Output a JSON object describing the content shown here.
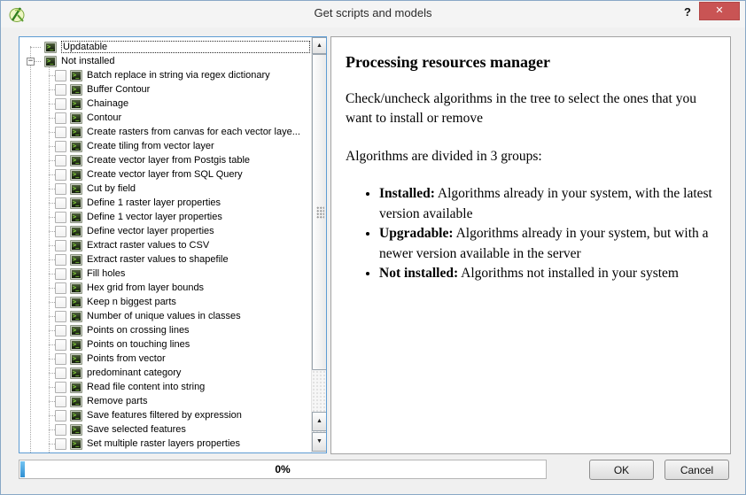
{
  "window": {
    "title": "Get scripts and models"
  },
  "icons": {
    "help": "?",
    "close": "✕",
    "collapse": "−",
    "scroll_up": "▲",
    "scroll_down": "▼",
    "script_glyph": ">_"
  },
  "tree": {
    "groups": [
      {
        "label": "Updatable",
        "state": "collapsed",
        "focused": true,
        "items": []
      },
      {
        "label": "Not installed",
        "state": "expanded",
        "focused": false,
        "items": [
          "Batch replace in string via regex dictionary",
          "Buffer Contour",
          "Chainage",
          "Contour",
          "Create rasters from canvas for each vector laye...",
          "Create tiling from vector layer",
          "Create vector layer from Postgis table",
          "Create vector layer from SQL Query",
          "Cut by field",
          "Define 1 raster layer properties",
          "Define 1 vector layer properties",
          "Define vector layer properties",
          "Extract raster values to CSV",
          "Extract raster values to shapefile",
          "Fill holes",
          "Hex grid from layer bounds",
          "Keep n biggest parts",
          "Number of unique values in classes",
          "Points on crossing lines",
          "Points on touching lines",
          "Points from vector",
          "predominant category",
          "Read file content into string",
          "Remove parts",
          "Save features filtered by expression",
          "Save selected features",
          "Set multiple raster layers properties"
        ]
      }
    ]
  },
  "description": {
    "title": "Processing resources manager",
    "paragraphs": [
      "Check/uncheck algorithms in the tree to select the ones that you want to install or remove",
      "Algorithms are divided in 3 groups:"
    ],
    "bullets": [
      {
        "term": "Installed:",
        "text": "Algorithms already in your system, with the latest version available"
      },
      {
        "term": "Upgradable:",
        "text": "Algorithms already in your system, but with a newer version available in the server"
      },
      {
        "term": "Not installed:",
        "text": "Algorithms not installed in your system"
      }
    ]
  },
  "footer": {
    "progress_label": "0%",
    "ok_label": "OK",
    "cancel_label": "Cancel"
  }
}
